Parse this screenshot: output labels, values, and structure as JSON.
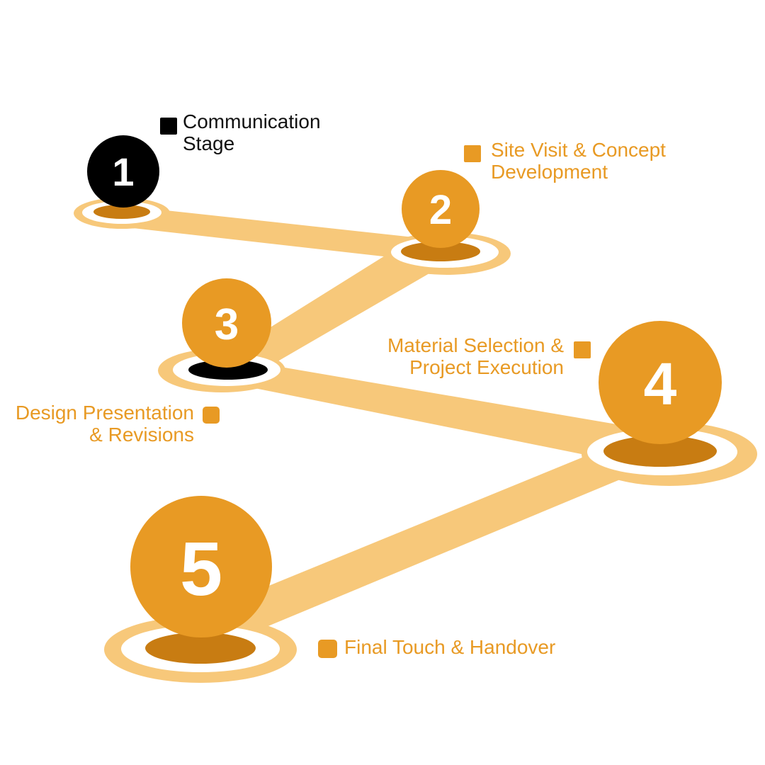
{
  "colors": {
    "path": "#f7c87a",
    "ring_inner": "#ffffff",
    "disc_shadow": "#c87c12",
    "step_orange": "#e89a24",
    "step_dark": "#000000",
    "label_orange": "#e89a24",
    "label_dark": "#111111"
  },
  "steps": [
    {
      "number": "1",
      "label_lines": [
        "Communication",
        "Stage"
      ],
      "style": "dark"
    },
    {
      "number": "2",
      "label_lines": [
        "Site Visit & Concept",
        "Development"
      ],
      "style": "orange"
    },
    {
      "number": "3",
      "label_lines": [
        "Design Presentation",
        "& Revisions"
      ],
      "style": "orange"
    },
    {
      "number": "4",
      "label_lines": [
        "Material Selection &",
        "Project Execution"
      ],
      "style": "orange"
    },
    {
      "number": "5",
      "label_lines": [
        "Final Touch & Handover"
      ],
      "style": "orange"
    }
  ]
}
